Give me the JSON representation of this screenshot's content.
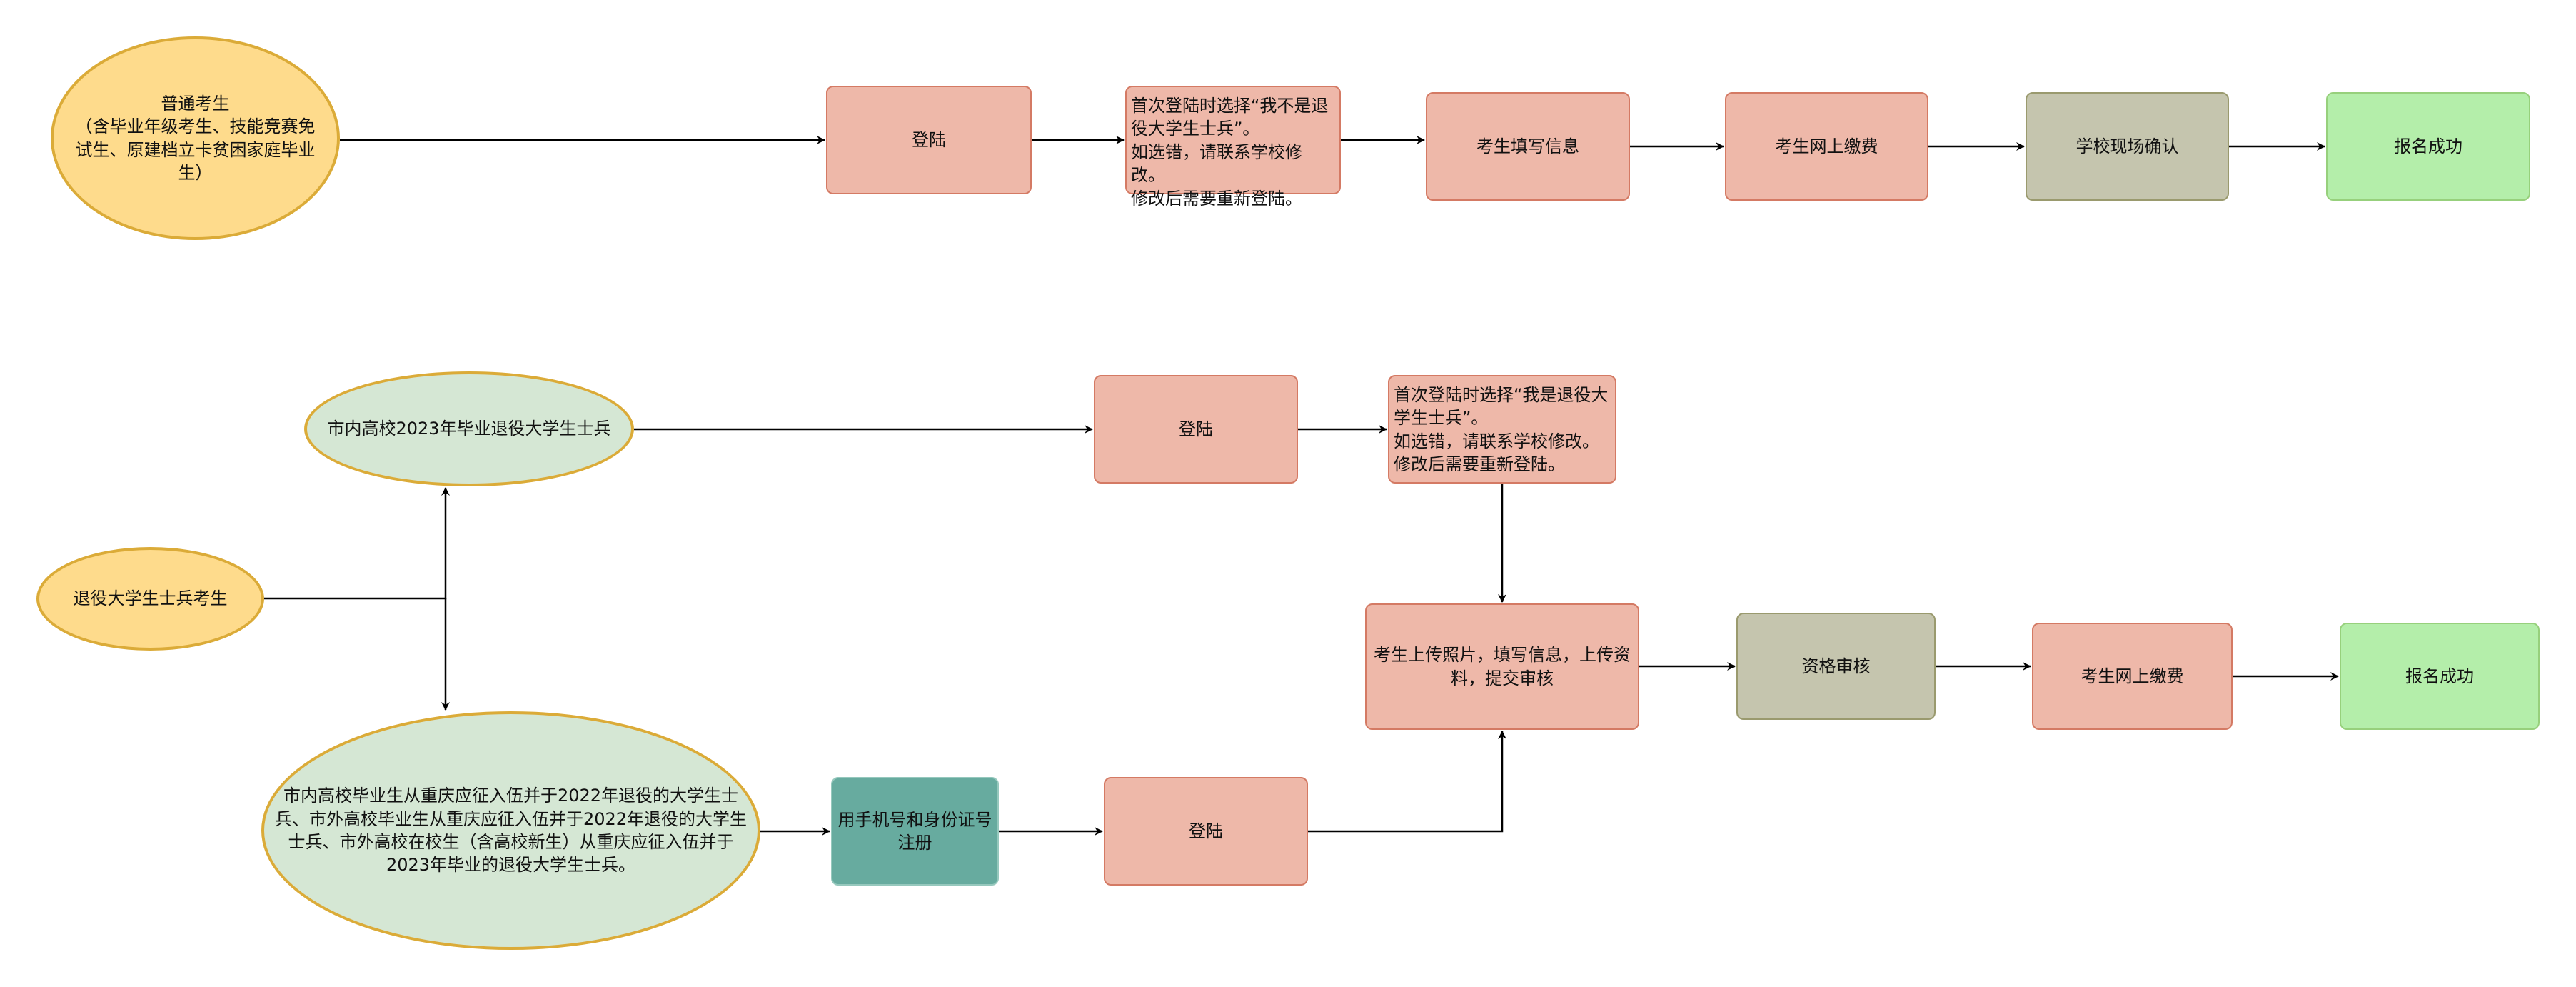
{
  "colors": {
    "pink": "#eeb8a9",
    "olive": "#c5c5ae",
    "green": "#b4eeaa",
    "teal": "#67ab9f",
    "yellow": "#fedb8c",
    "pale_green": "#d5e7d4"
  },
  "flow1": {
    "start": "普通考生\n（含毕业年级考生、技能竞赛免试生、原建档立卡贫困家庭毕业生）",
    "login": "登陆",
    "note": "首次登陆时选择“我不是退役大学生士兵”。\n如选错，请联系学校修改。\n修改后需要重新登陆。",
    "fill_info": "考生填写信息",
    "pay": "考生网上缴费",
    "confirm": "学校现场确认",
    "success": "报名成功"
  },
  "flow2": {
    "start": "退役大学生士兵考生",
    "branch_a": "市内高校2023年毕业退役大学生士兵",
    "login_a": "登陆",
    "note_a": "首次登陆时选择“我是退役大学生士兵”。\n如选错，请联系学校修改。\n修改后需要重新登陆。",
    "branch_b": "市内高校毕业生从重庆应征入伍并于2022年退役的大学生士兵、市外高校毕业生从重庆应征入伍并于2022年退役的大学生士兵、市外高校在校生（含高校新生）从重庆应征入伍并于2023年毕业的退役大学生士兵。",
    "register": "用手机号和身份证号注册",
    "login_b": "登陆",
    "upload": "考生上传照片，填写信息，上传资料，提交审核",
    "review": "资格审核",
    "pay": "考生网上缴费",
    "success": "报名成功"
  }
}
